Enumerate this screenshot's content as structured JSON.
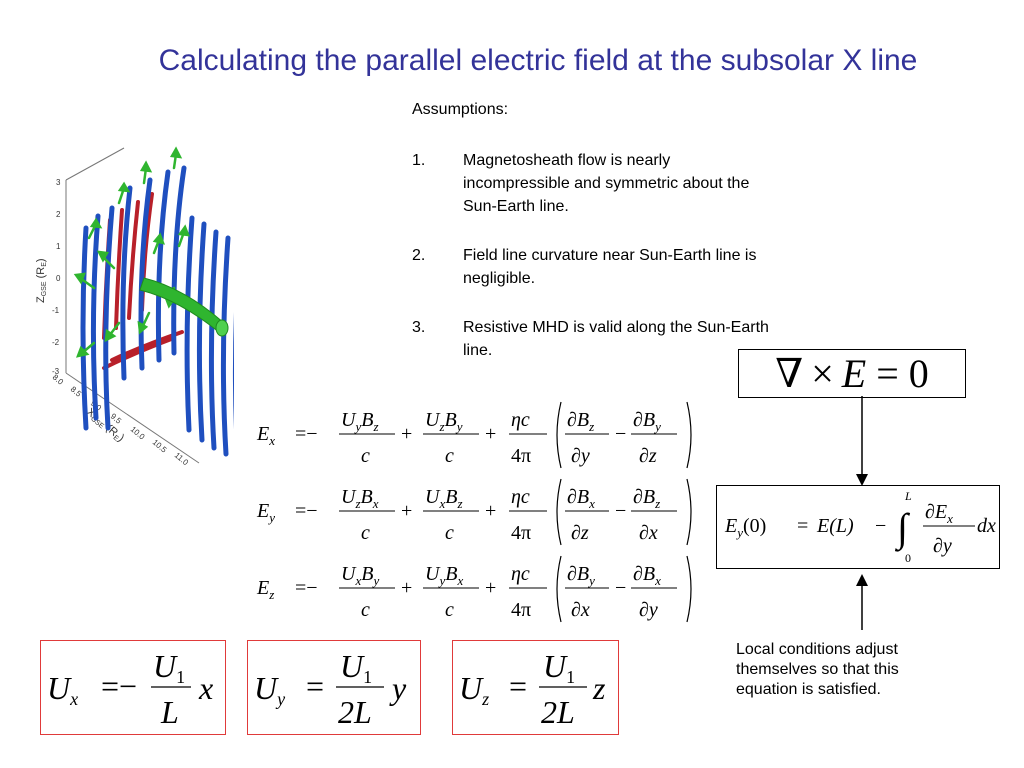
{
  "title": "Calculating the parallel electric field at the subsolar X line",
  "assumptions": {
    "heading": "Assumptions:",
    "items": [
      {
        "num": "1.",
        "lines": [
          "Magnetosheath flow is nearly",
          "incompressible and symmetric about the",
          "Sun-Earth line."
        ]
      },
      {
        "num": "2.",
        "lines": [
          "Field line curvature near Sun-Earth line is",
          "negligible."
        ]
      },
      {
        "num": "3.",
        "lines": [
          "Resistive MHD is valid along the Sun-Earth",
          "line."
        ]
      }
    ]
  },
  "figure": {
    "z_axis_label": "Z",
    "z_axis_sub": "GSE",
    "z_axis_units": "(R",
    "z_axis_units_sub": "E",
    "x_axis_label": "X",
    "x_axis_sub": "GSE",
    "z_ticks": [
      "3",
      "2",
      "1",
      "0",
      "-1",
      "-2",
      "-3"
    ],
    "x_ticks": [
      "8.0",
      "8.5",
      "9.0",
      "9.5",
      "10.0",
      "10.5",
      "11.0"
    ],
    "colors": {
      "blue": "#1f4fbf",
      "red": "#b8202a",
      "green": "#2fb52f"
    }
  },
  "curl": {
    "nabla": "∇",
    "times": "×",
    "E": "E",
    "eq": "=",
    "zero": "0"
  },
  "equations": [
    {
      "lhs": "E",
      "lhs_sub": "x",
      "t1": [
        "U",
        "y",
        "B",
        "z"
      ],
      "t2": [
        "U",
        "z",
        "B",
        "y"
      ],
      "d1": [
        "B",
        "z",
        "y"
      ],
      "d2": [
        "B",
        "y",
        "z"
      ]
    },
    {
      "lhs": "E",
      "lhs_sub": "y",
      "t1": [
        "U",
        "z",
        "B",
        "x"
      ],
      "t2": [
        "U",
        "x",
        "B",
        "z"
      ],
      "d1": [
        "B",
        "x",
        "z"
      ],
      "d2": [
        "B",
        "z",
        "x"
      ]
    },
    {
      "lhs": "E",
      "lhs_sub": "z",
      "t1": [
        "U",
        "x",
        "B",
        "y"
      ],
      "t2": [
        "U",
        "y",
        "B",
        "x"
      ],
      "d1": [
        "B",
        "y",
        "x"
      ],
      "d2": [
        "B",
        "x",
        "y"
      ]
    }
  ],
  "math_symbols": {
    "c": "c",
    "eta_c": "ηc",
    "four_pi": "4π",
    "partial": "∂",
    "eq": "=",
    "minus": "−",
    "plus": "+"
  },
  "integral": {
    "lhs": "E",
    "lhs_sub": "y",
    "lhs_arg": "(0)",
    "eq": "=",
    "E_L": "E(L)",
    "minus": "−",
    "upper": "L",
    "lower": "0",
    "num_E": "E",
    "num_sub": "x",
    "den_var": "y",
    "dx": "dx"
  },
  "note": {
    "lines": [
      "Local conditions adjust",
      "themselves so that this",
      "equation is satisfied."
    ]
  },
  "velocity": [
    {
      "U": "U",
      "sub": "x",
      "eq": "=",
      "sign": "−",
      "num": "U",
      "num_sub": "1",
      "den": "L",
      "var": "x"
    },
    {
      "U": "U",
      "sub": "y",
      "eq": "=",
      "sign": "",
      "num": "U",
      "num_sub": "1",
      "den": "2L",
      "var": "y"
    },
    {
      "U": "U",
      "sub": "z",
      "eq": "=",
      "sign": "",
      "num": "U",
      "num_sub": "1",
      "den": "2L",
      "var": "z"
    }
  ]
}
